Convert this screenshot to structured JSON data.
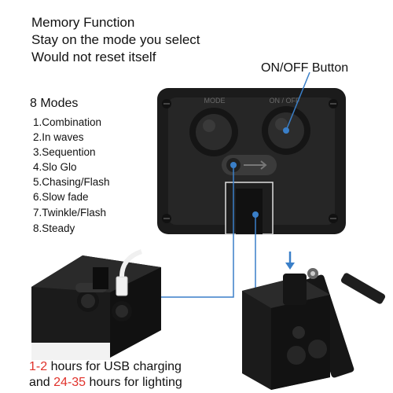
{
  "header": {
    "lines": [
      "Memory Function",
      "Stay on the mode you select",
      "Would not reset itself"
    ]
  },
  "callout": {
    "label": "ON/OFF Button"
  },
  "device": {
    "mode_label": "MODE",
    "onoff_label": "ON / OFF"
  },
  "modes": {
    "title": "8  Modes",
    "items": [
      "1.Combination",
      "2.In waves",
      "3.Sequention",
      "4.Slo Glo",
      "5.Chasing/Flash",
      "6.Slow fade",
      "7.Twinkle/Flash",
      "8.Steady"
    ]
  },
  "footer": {
    "line1_highlight": "1-2",
    "line1_rest": " hours for USB charging",
    "line2_prefix": "and ",
    "line2_highlight": "24-35",
    "line2_rest": " hours for lighting"
  },
  "colors": {
    "highlight": "#e0322b",
    "connector": "#3a7fc8",
    "device": "#1d1d1d"
  }
}
